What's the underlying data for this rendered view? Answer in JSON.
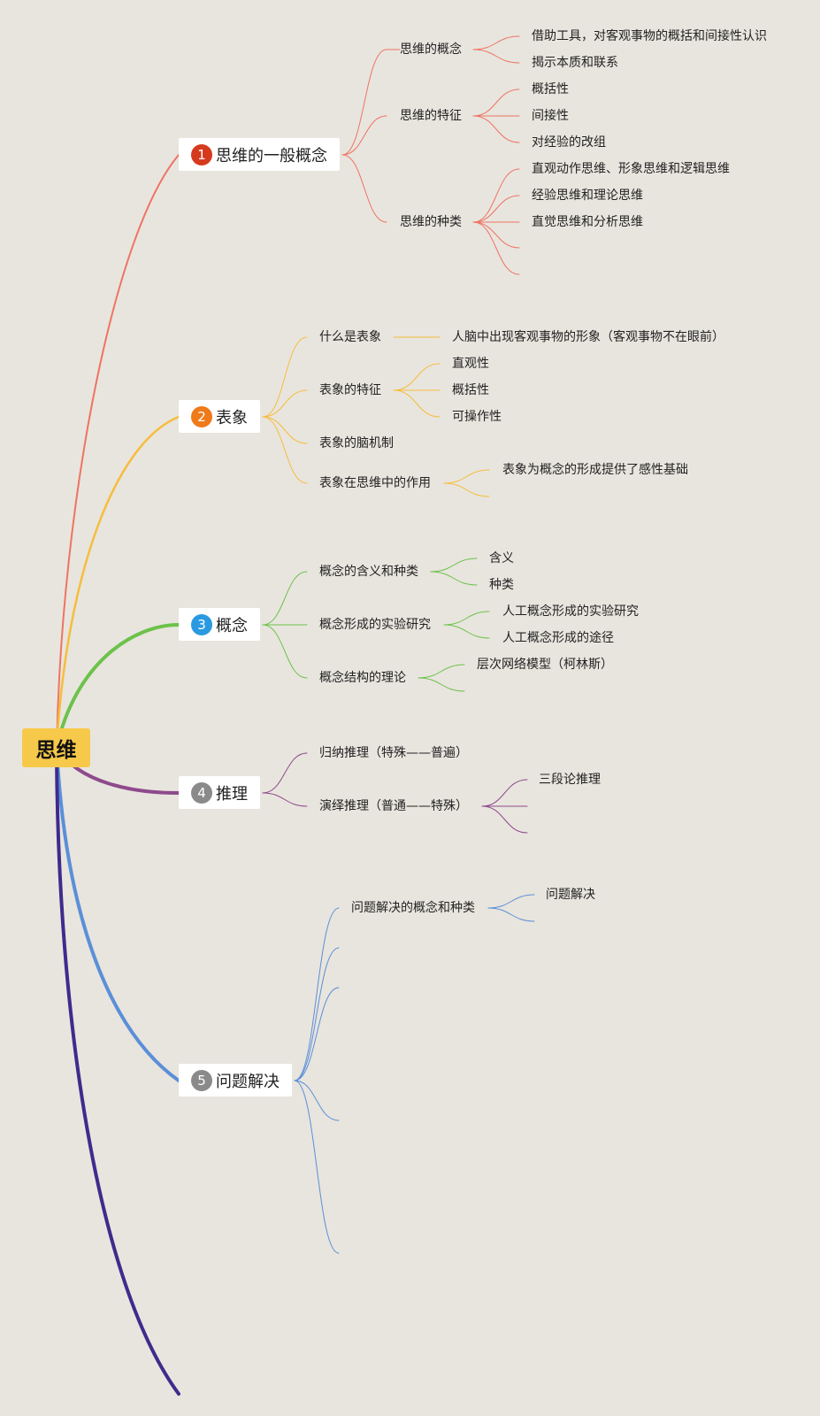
{
  "root": "思维",
  "branches": [
    {
      "num": "1",
      "label": "思维的一般概念",
      "color": "#ee7463",
      "badge": "#d63a1e",
      "children": [
        {
          "label": "思维的概念",
          "children": [
            "借助工具，对客观事物的概括和间接性认识",
            "揭示本质和联系"
          ]
        },
        {
          "label": "思维的特征",
          "children": [
            "概括性",
            "间接性",
            "对经验的改组"
          ]
        },
        {
          "label": "思维的种类",
          "children": [
            "直观动作思维、形象思维和逻辑思维",
            "经验思维和理论思维",
            "直觉思维和分析思维",
            "",
            ""
          ]
        }
      ]
    },
    {
      "num": "2",
      "label": "表象",
      "color": "#f6bd3d",
      "badge": "#ef7a1a",
      "children": [
        {
          "label": "什么是表象",
          "children": [
            "人脑中出现客观事物的形象（客观事物不在眼前）"
          ]
        },
        {
          "label": "表象的特征",
          "children": [
            "直观性",
            "概括性",
            "可操作性"
          ]
        },
        {
          "label": "表象的脑机制",
          "children": []
        },
        {
          "label": "表象在思维中的作用",
          "children": [
            "表象为概念的形成提供了感性基础",
            ""
          ]
        }
      ]
    },
    {
      "num": "3",
      "label": "概念",
      "color": "#6cc24a",
      "badge": "#2a9ae0",
      "children": [
        {
          "label": "概念的含义和种类",
          "children": [
            "含义",
            "种类"
          ]
        },
        {
          "label": "概念形成的实验研究",
          "children": [
            "人工概念形成的实验研究",
            "人工概念形成的途径"
          ]
        },
        {
          "label": "概念结构的理论",
          "children": [
            "层次网络模型（柯林斯）",
            ""
          ]
        }
      ]
    },
    {
      "num": "4",
      "label": "推理",
      "color": "#8e4a8c",
      "badge": "#8a8a8a",
      "children": [
        {
          "label": "归纳推理（特殊——普遍）",
          "children": []
        },
        {
          "label": "演绎推理（普通——特殊）",
          "children": [
            "三段论推理",
            "",
            ""
          ]
        }
      ]
    },
    {
      "num": "5",
      "label": "问题解决",
      "color": "#5b8fd8",
      "badge": "#8a8a8a",
      "children": [
        {
          "label": "问题解决的概念和种类",
          "children": [
            "问题解决",
            ""
          ]
        },
        {
          "label": "",
          "children": []
        },
        {
          "label": "",
          "children": []
        },
        {
          "label": "",
          "children": []
        },
        {
          "label": "",
          "children": []
        }
      ]
    }
  ],
  "extra_branch_color": "#3d2c8d"
}
